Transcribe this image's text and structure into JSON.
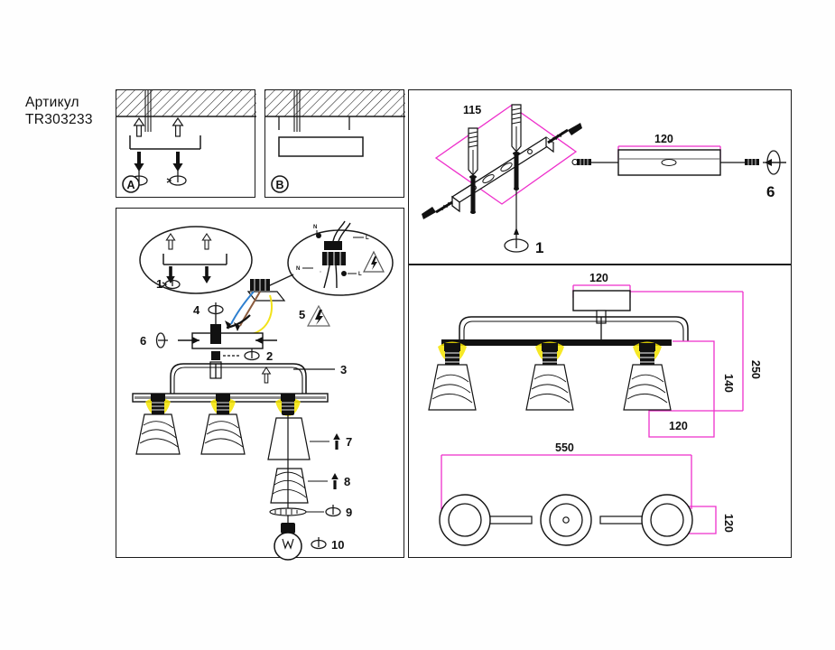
{
  "article": {
    "label": "Артикул",
    "code": "TR303233"
  },
  "panels": {
    "mount_a": {
      "name": "A",
      "badge": "A"
    },
    "mount_b": {
      "name": "B",
      "badge": "B"
    },
    "assembly": {
      "name": "exploded-assembly"
    },
    "hardware": {
      "name": "hardware-mounting"
    },
    "dimensions_front": {
      "name": "front-dimensions"
    },
    "dimensions_bottom": {
      "name": "bottom-dimensions"
    }
  },
  "callouts": {
    "step1": "1",
    "step2": "2",
    "step3": "3",
    "step4": "4",
    "step5": "5",
    "step6": "6",
    "step7": "7",
    "step8": "8",
    "step9": "9",
    "step10": "10",
    "bracket_step1": "1",
    "canopy_step6": "6"
  },
  "dimensions": {
    "bracket_length": "115",
    "canopy_width_top": "120",
    "canopy_width_front": "120",
    "total_height": "250",
    "shade_height": "140",
    "shade_width": "120",
    "fixture_length": "550",
    "fixture_depth": "120"
  },
  "wiring": {
    "terminal_n_top": "N",
    "terminal_l_top": "L",
    "terminal_n_bottom": "N",
    "terminal_l_bottom": "L",
    "wire_colors": {
      "live": "#8a5a3c",
      "neutral": "#2e7fd0",
      "earth": "#f2e21a",
      "black": "#111111"
    }
  },
  "colors": {
    "line": "#1a1a1a",
    "magenta": "#ee2fcb",
    "glow": "#f5e400",
    "metal": "#8a8a8a",
    "background": "#ffffff"
  }
}
